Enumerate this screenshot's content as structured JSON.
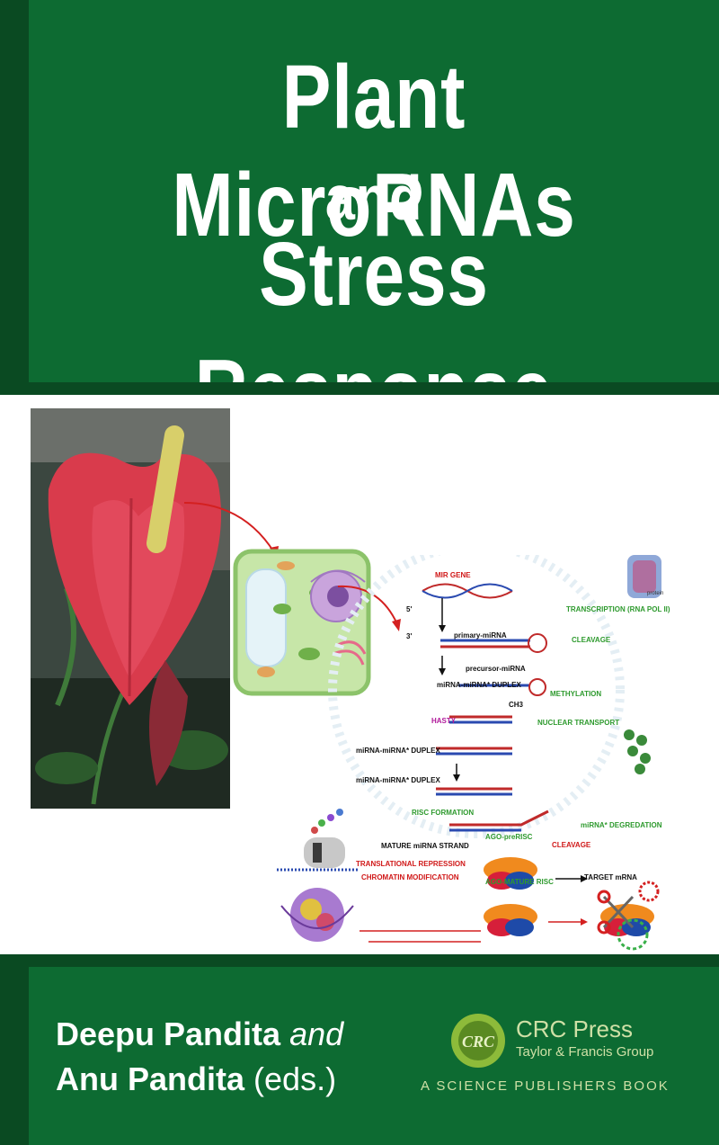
{
  "cover": {
    "title_line1": "Plant MicroRNAs",
    "title_line2": "and",
    "title_line3": "Stress Response"
  },
  "diagram": {
    "mir_gene": "MIR GENE",
    "transcription": "TRANSCRIPTION (RNA POL II)",
    "protein": "protein",
    "primary": "primary-miRNA",
    "cleavage": "CLEAVAGE",
    "precursor": "precursor-miRNA",
    "duplex1": "miRNA-miRNA* DUPLEX",
    "methylation": "METHYLATION",
    "hasty": "HASTY",
    "ch3": "CH3",
    "nuclear": "NUCLEAR TRANSPORT",
    "duplex2": "miRNA-miRNA* DUPLEX",
    "duplex3": "miRNA-miRNA* DUPLEX",
    "risc": "RISC FORMATION",
    "agopre": "AGO-preRISC",
    "degradation": "miRNA* DEGREDATION",
    "mature": "MATURE miRNA STRAND",
    "cleavage2": "CLEAVAGE",
    "translational": "TRANSLATIONAL REPRESSION",
    "chromatin": "CHROMATIN MODIFICATION",
    "agomature": "AGO-MATURE RISC",
    "target": "TARGET mRNA",
    "p5": "5'",
    "p3": "3'"
  },
  "authors": {
    "line1_name": "Deepu Pandita",
    "line1_and": "and",
    "line2_name": "Anu Pandita",
    "line2_eds": "(eds.)"
  },
  "publisher": {
    "logo_text": "CRC",
    "name": "CRC Press",
    "group": "Taylor & Francis Group",
    "series": "A SCIENCE PUBLISHERS BOOK"
  },
  "colors": {
    "green_main": "#0d6b32",
    "green_dark": "#0a4a22",
    "label_green": "#2e9a2e",
    "label_red": "#d01818",
    "crc_text": "#cfe0a6"
  }
}
